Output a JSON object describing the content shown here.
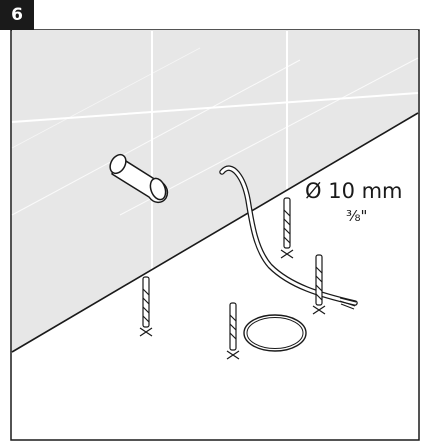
{
  "step": {
    "number": "6"
  },
  "dimension": {
    "metric": "Ø 10 mm",
    "imperial": "⅜\""
  },
  "parts": {
    "spout": "spout",
    "hose": "flexible-hose",
    "drill_bits": [
      "drill-bit",
      "drill-bit",
      "drill-bit",
      "drill-bit"
    ],
    "ring": "o-ring-seal"
  }
}
